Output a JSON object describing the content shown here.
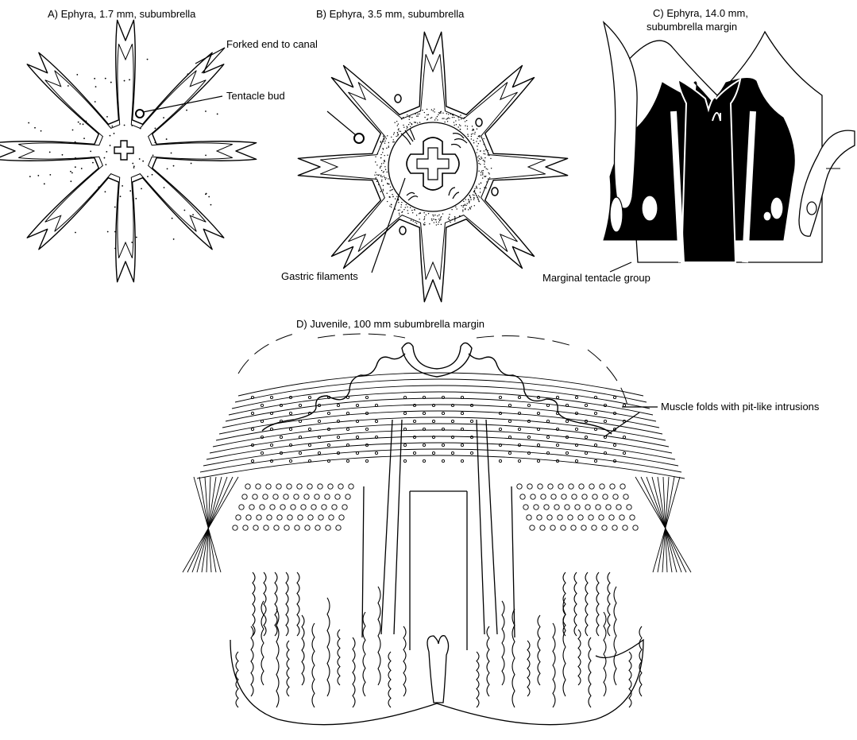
{
  "panels": {
    "a": {
      "title": "A) Ephyra, 1.7 mm, subumbrella"
    },
    "b": {
      "title": "B) Ephyra, 3.5 mm, subumbrella"
    },
    "c": {
      "title_line1": "C) Ephyra, 14.0 mm,",
      "title_line2": "subumbrella margin"
    },
    "d": {
      "title": "D) Juvenile, 100 mm subumbrella margin"
    }
  },
  "annotations": {
    "forked_end": "Forked end to canal",
    "tentacle_bud": "Tentacle bud",
    "gastric_filaments": "Gastric filaments",
    "marginal_tentacle_group": "Marginal tentacle group",
    "muscle_folds": "Muscle folds with pit-like intrusions"
  },
  "style": {
    "ink": "#000000",
    "paper": "#ffffff"
  }
}
